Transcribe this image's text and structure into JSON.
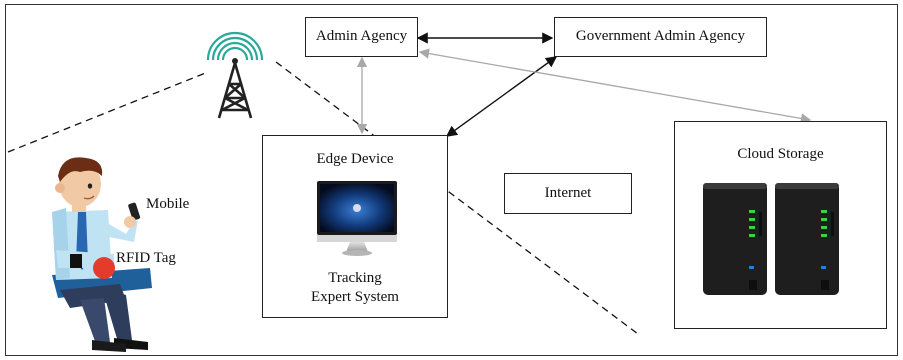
{
  "nodes": {
    "admin_agency": "Admin Agency",
    "government_admin_agency": "Government Admin Agency",
    "edge_device": "Edge Device",
    "tracking_line1": "Tracking",
    "tracking_line2": "Expert System",
    "internet": "Internet",
    "cloud_storage": "Cloud Storage",
    "mobile": "Mobile",
    "rfid_tag": "RFID Tag"
  },
  "icons": {
    "tower": "cell-tower-icon",
    "computer": "monitor-icon",
    "person": "seated-person-icon",
    "storage": "nas-server-icon"
  },
  "colors": {
    "border": "#222222",
    "gray_arrow": "#a8a8a8",
    "black_arrow": "#111111",
    "tower_signal": "#2aa89a",
    "rfid_dot": "#e53b2a"
  }
}
